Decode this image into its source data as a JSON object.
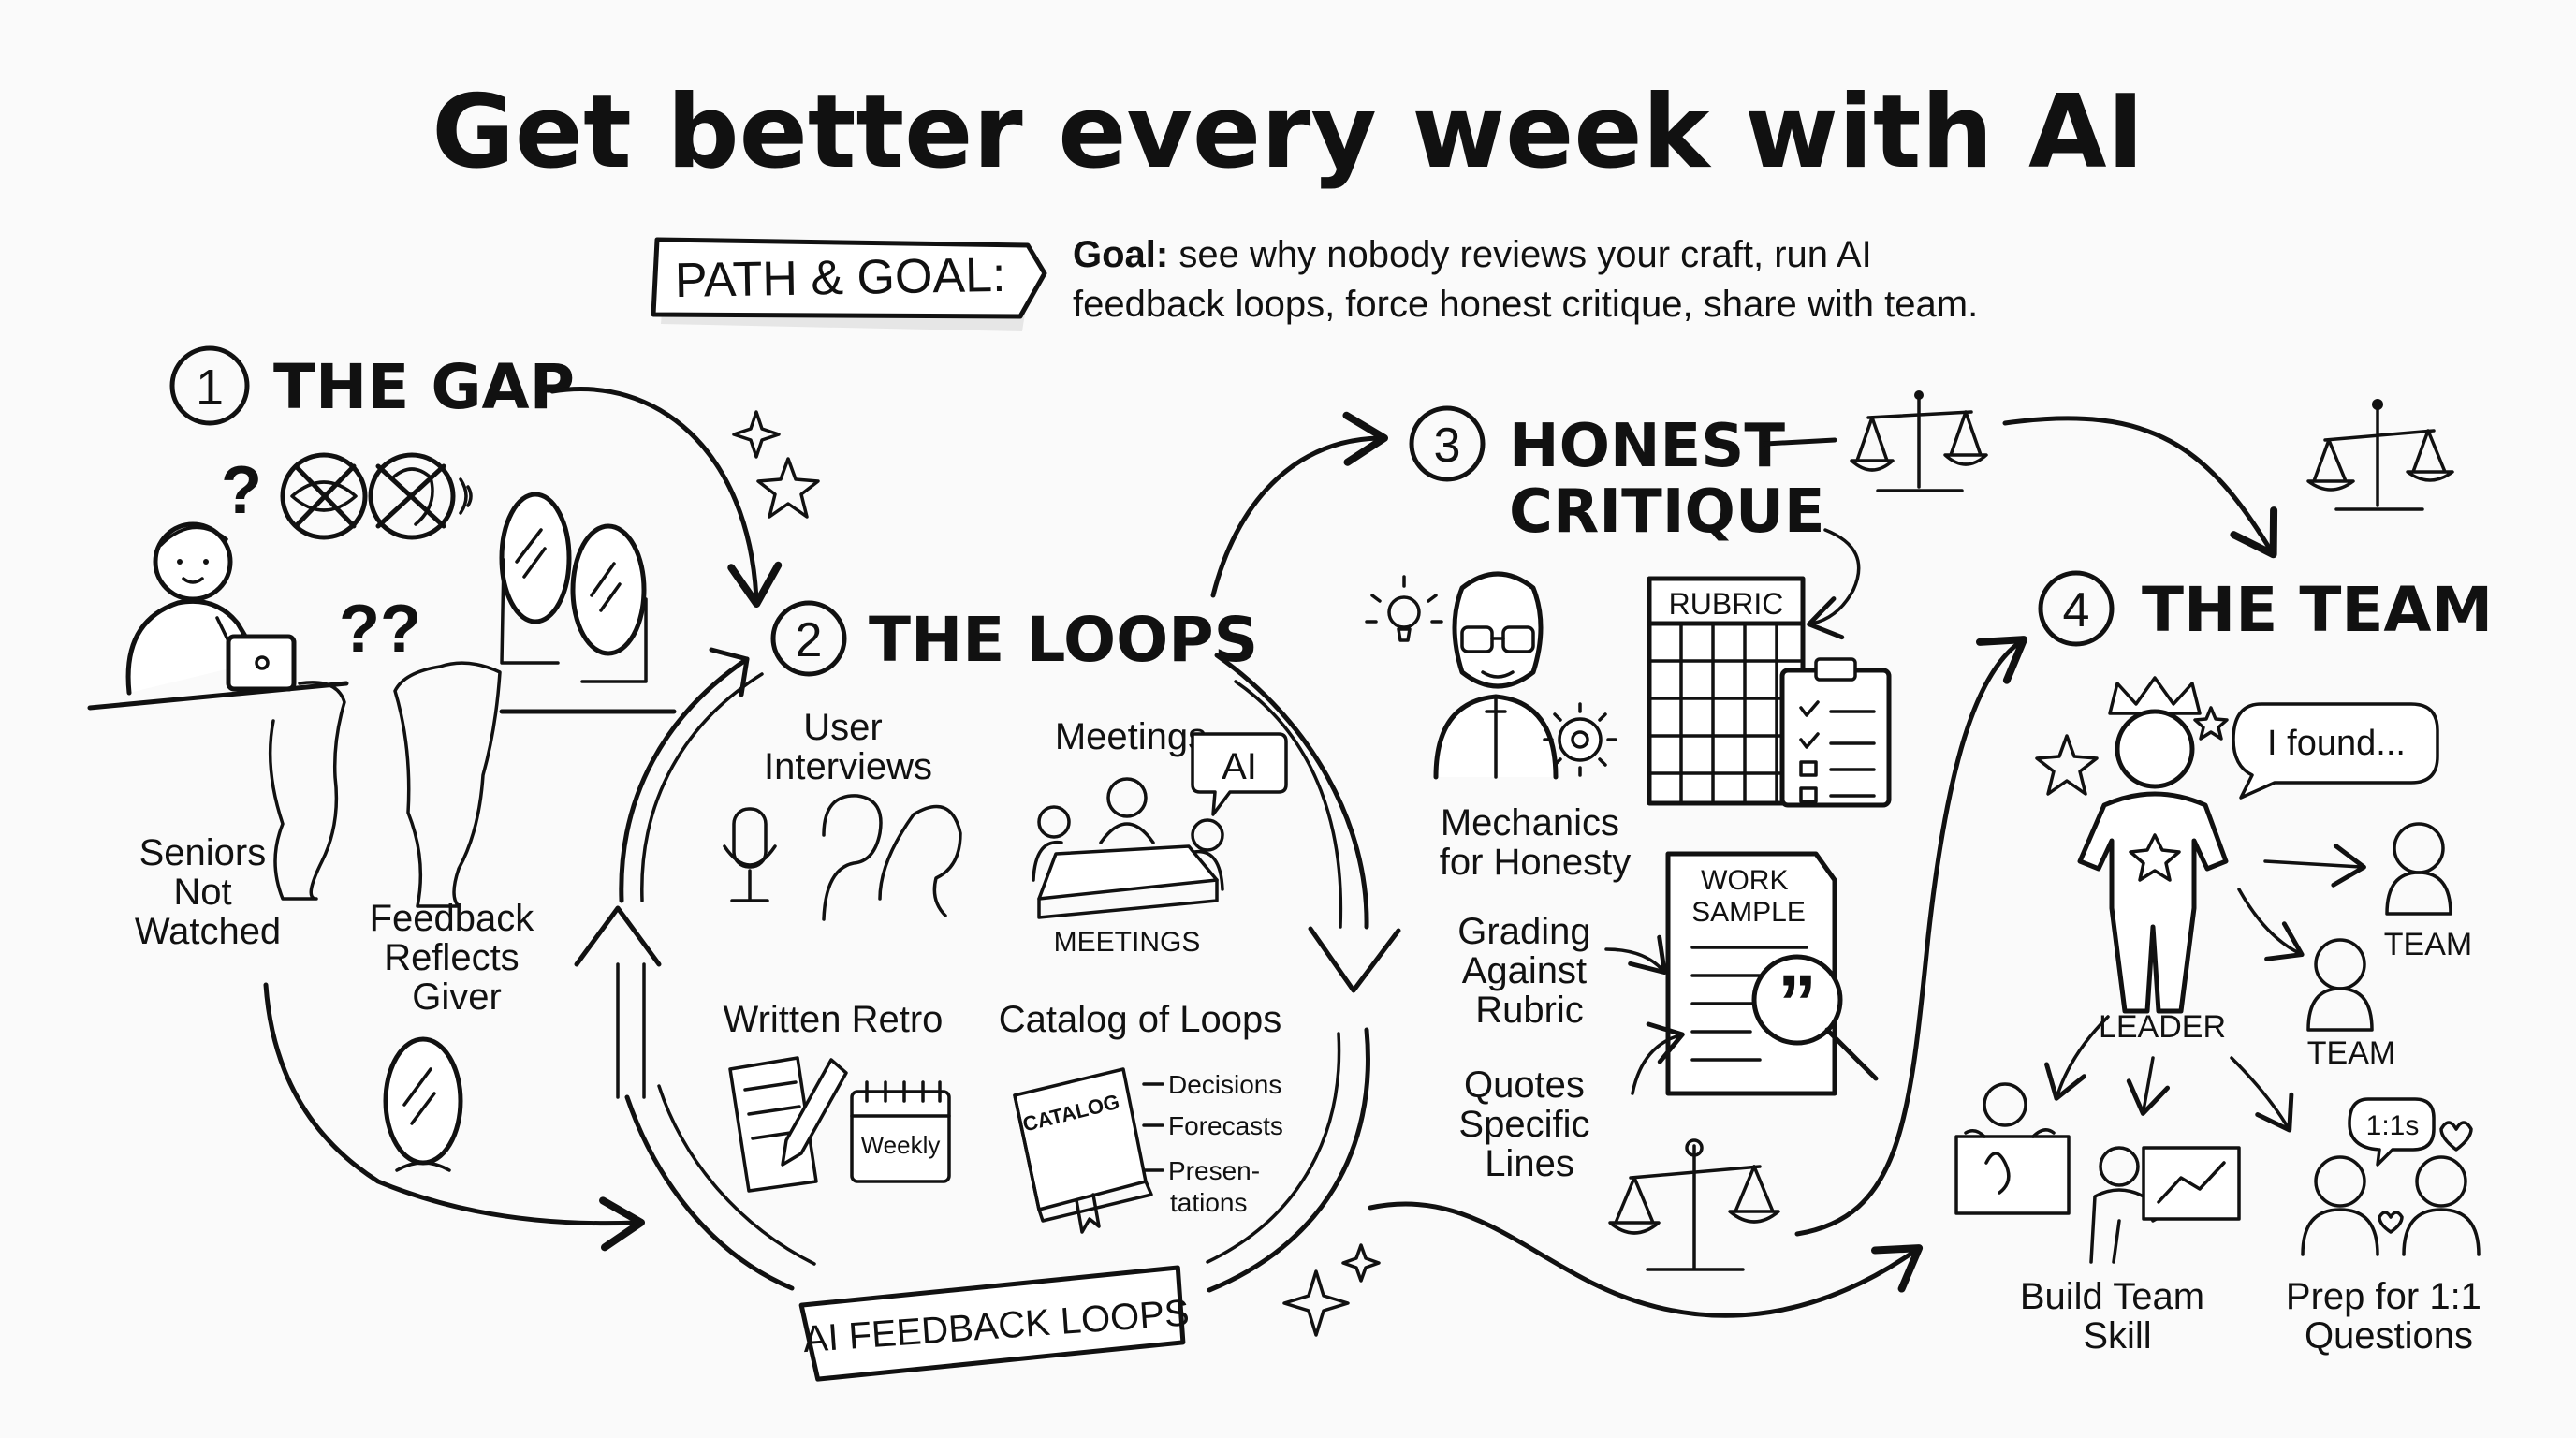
{
  "title": "Get better every week with AI",
  "path_goal": {
    "tag": "PATH & GOAL:",
    "goal_label": "Goal:",
    "goal_line1": " see why nobody reviews your craft, run AI",
    "goal_line2": "feedback loops, force honest critique, share with team."
  },
  "sections": {
    "gap": {
      "number": "1",
      "heading": "THE GAP",
      "marks": {
        "q1": "?",
        "q2": "??"
      },
      "label_left": [
        "Seniors",
        "Not",
        "Watched"
      ],
      "label_right": [
        "Feedback",
        "Reflects",
        "Giver"
      ]
    },
    "loops": {
      "number": "2",
      "heading": "THE LOOPS",
      "user_interviews": [
        "User",
        "Interviews"
      ],
      "meetings": "Meetings",
      "ai_bubble": "AI",
      "meetings_caption": "MEETINGS",
      "written_retro": "Written Retro",
      "weekly": "Weekly",
      "catalog_title": "Catalog of Loops",
      "catalog_book": "CATALOG",
      "catalog_items": [
        "Decisions",
        "Forecasts",
        "Presen-",
        "tations"
      ],
      "ring_label": "AI FEEDBACK LOOPS"
    },
    "critique": {
      "number": "3",
      "heading_line1": "HONEST",
      "heading_line2": "CRITIQUE",
      "rubric": "RUBRIC",
      "mechanics": [
        "Mechanics",
        "for Honesty"
      ],
      "work_sample": [
        "WORK",
        "SAMPLE"
      ],
      "quote_mark": "”",
      "grading": [
        "Grading",
        "Against",
        "Rubric"
      ],
      "quotes": [
        "Quotes",
        "Specific",
        "Lines"
      ]
    },
    "team": {
      "number": "4",
      "heading": "THE TEAM",
      "speech": "I found...",
      "leader": "LEADER",
      "team_label": "TEAM",
      "build": [
        "Build Team",
        "Skill"
      ],
      "one_on_one_bubble": "1:1s",
      "prep": [
        "Prep for 1:1",
        "Questions"
      ]
    }
  },
  "colors": {
    "ink": "#111111",
    "paper": "#fafafa",
    "shade": "#e6e6e6"
  }
}
